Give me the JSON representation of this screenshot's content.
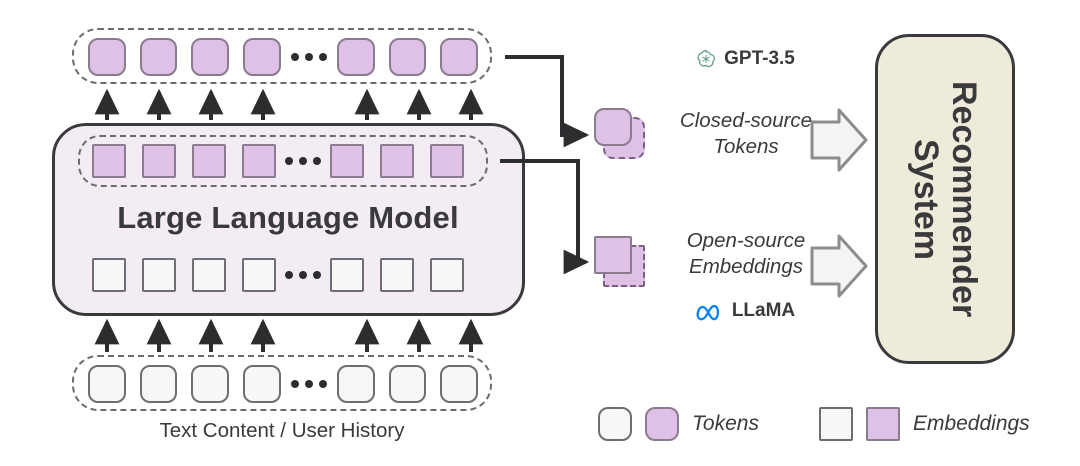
{
  "diagram": {
    "llm": {
      "title": "Large Language Model",
      "output_tokens_row": {
        "name": "output-tokens",
        "visible_cells": 7,
        "ellipsis_after": 4,
        "fill": "#dfc0e6",
        "shape": "rounded"
      },
      "embeddings_row": {
        "name": "internal-embeddings",
        "visible_cells": 7,
        "ellipsis_after": 4,
        "fill": "#dfc0e6",
        "shape": "square"
      },
      "blank_row": {
        "name": "blank-embeddings",
        "visible_cells": 7,
        "ellipsis_after": 4,
        "fill": "#f7f7f7",
        "shape": "square"
      },
      "input_row": {
        "name": "input-tokens",
        "visible_cells": 7,
        "ellipsis_after": 4,
        "fill": "#f7f7f7",
        "shape": "rounded"
      },
      "box_fill": "#f3ecf5"
    },
    "caption": "Text Content / User History",
    "branches": [
      {
        "id": "closed-source",
        "brand": "GPT-3.5",
        "brand_icon": "openai-logo-icon",
        "brand_color": "#6ba394",
        "brand_position": "above",
        "label_line1": "Closed-source",
        "label_line2": "Tokens",
        "shape": "rounded"
      },
      {
        "id": "open-source",
        "brand": "LLaMA",
        "brand_icon": "meta-logo-icon",
        "brand_color": "#0a83f5",
        "brand_position": "below",
        "label_line1": "Open-source",
        "label_line2": "Embeddings",
        "shape": "square"
      }
    ],
    "recommender": {
      "title": "Recommender\nSystem",
      "line1": "Recommender",
      "line2": "System",
      "fill": "#eeebda"
    },
    "legend": {
      "tokens_label": "Tokens",
      "embeddings_label": "Embeddings"
    }
  }
}
